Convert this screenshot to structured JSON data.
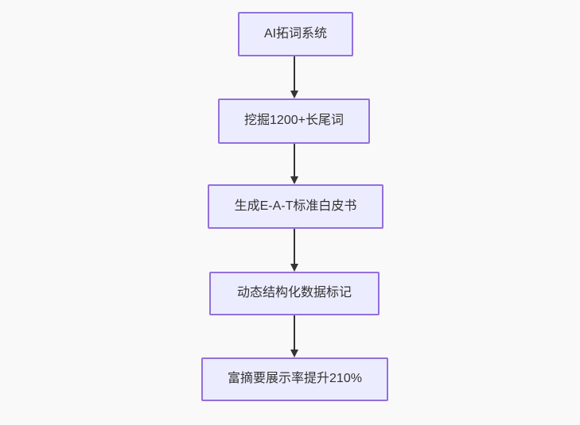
{
  "page": {
    "background": "#f9f9f9"
  },
  "flowchart": {
    "type": "flowchart-top-down",
    "node_fill": "#ECECFF",
    "node_border": "#9370DB",
    "arrow_color": "#333333",
    "text_color": "#333333",
    "nodes": [
      {
        "id": "n1",
        "label": "AI拓词系统"
      },
      {
        "id": "n2",
        "label": "挖掘1200+长尾词"
      },
      {
        "id": "n3",
        "label": "生成E-A-T标准白皮书"
      },
      {
        "id": "n4",
        "label": "动态结构化数据标记"
      },
      {
        "id": "n5",
        "label": "富摘要展示率提升210%"
      }
    ],
    "edges": [
      {
        "from": "n1",
        "to": "n2"
      },
      {
        "from": "n2",
        "to": "n3"
      },
      {
        "from": "n3",
        "to": "n4"
      },
      {
        "from": "n4",
        "to": "n5"
      }
    ]
  }
}
